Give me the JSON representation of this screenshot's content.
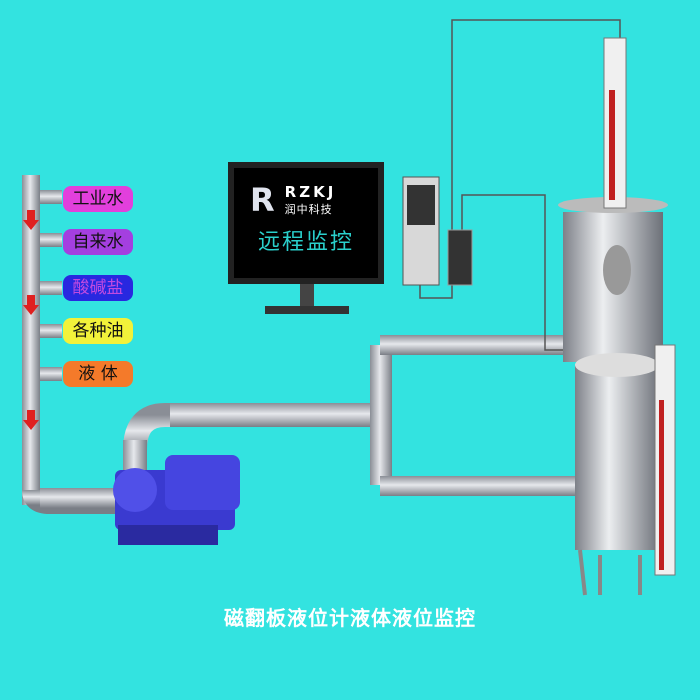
{
  "title": "磁翻板液位计液体液位监控",
  "monitor": {
    "logo_mark": "R",
    "logo_en": "RZKJ",
    "logo_cn": "润中科技",
    "screen_text": "远程监控"
  },
  "sources": [
    {
      "label": "工业水",
      "color": "#e23fdc",
      "text_color": "#111111"
    },
    {
      "label": "自来水",
      "color": "#a43fe0",
      "text_color": "#111111"
    },
    {
      "label": "酸碱盐",
      "color": "#2828e0",
      "text_color": "#c04ae0"
    },
    {
      "label": "各种油",
      "color": "#f2f23a",
      "text_color": "#111111"
    },
    {
      "label": "液 体",
      "color": "#f47a2a",
      "text_color": "#111111"
    }
  ],
  "colors": {
    "background": "#33e3e0",
    "pipe": "#b9bcc4",
    "flow_arrow": "#e02020",
    "pump": "#3a3ad0",
    "signal_wire": "#555555"
  }
}
